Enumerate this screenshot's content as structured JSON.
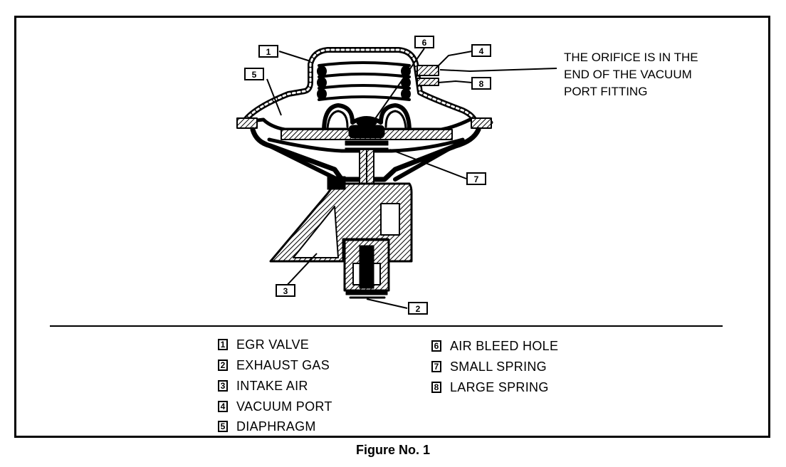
{
  "note": {
    "line1": "THE ORIFICE IS IN THE",
    "line2": "END OF THE VACUUM",
    "line3": "PORT FITTING"
  },
  "callouts": [
    "1",
    "2",
    "3",
    "4",
    "5",
    "6",
    "7",
    "8"
  ],
  "legend": {
    "left": [
      {
        "num": "1",
        "label": "EGR VALVE"
      },
      {
        "num": "2",
        "label": "EXHAUST GAS"
      },
      {
        "num": "3",
        "label": "INTAKE AIR"
      },
      {
        "num": "4",
        "label": "VACUUM PORT"
      },
      {
        "num": "5",
        "label": "DIAPHRAGM"
      }
    ],
    "right": [
      {
        "num": "6",
        "label": "AIR BLEED HOLE"
      },
      {
        "num": "7",
        "label": "SMALL SPRING"
      },
      {
        "num": "8",
        "label": "LARGE SPRING"
      }
    ]
  },
  "caption": "Figure No. 1"
}
